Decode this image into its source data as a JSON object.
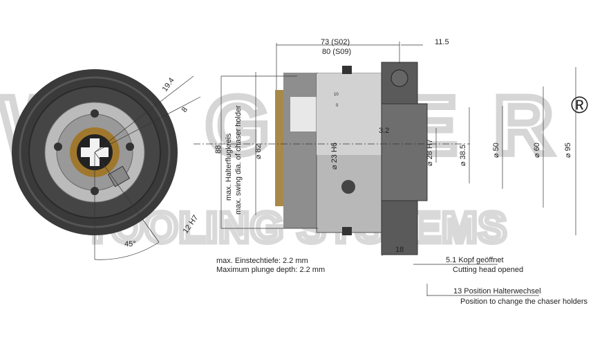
{
  "watermark": {
    "brand": "WAGNER",
    "tagline": "TOOLING SYSTEMS",
    "registered": "®"
  },
  "front_view": {
    "dims": [
      "19.4",
      "8",
      "12 H7",
      "45°"
    ]
  },
  "side_view": {
    "length_s02": "73 (S02)",
    "length_s09": "80 (S09)",
    "flange_offset": "11.5",
    "swing_88": "88",
    "swing_label_de": "max. Halterflugkreis",
    "swing_label_en": "max. swing dia. of chaser holder",
    "d82": "⌀ 82",
    "d23": "⌀ 23 H6",
    "d28": "⌀ 28 H7",
    "d38": "⌀ 38.5",
    "d50": "⌀ 50",
    "d60": "⌀ 60",
    "d95": "⌀ 95",
    "dim_3_2": "3.2",
    "dim_18": "18",
    "scale_10": "10",
    "scale_0": "0"
  },
  "notes": {
    "plunge_de": "max. Einstechtiefe: 2.2 mm",
    "plunge_en": "Maximum plunge depth: 2.2 mm",
    "head_open_de": "5.1 Kopf geöffnet",
    "head_open_en": "Cutting head opened",
    "change_de": "13 Position Halterwechsel",
    "change_en": "Position to change the chaser holders"
  }
}
